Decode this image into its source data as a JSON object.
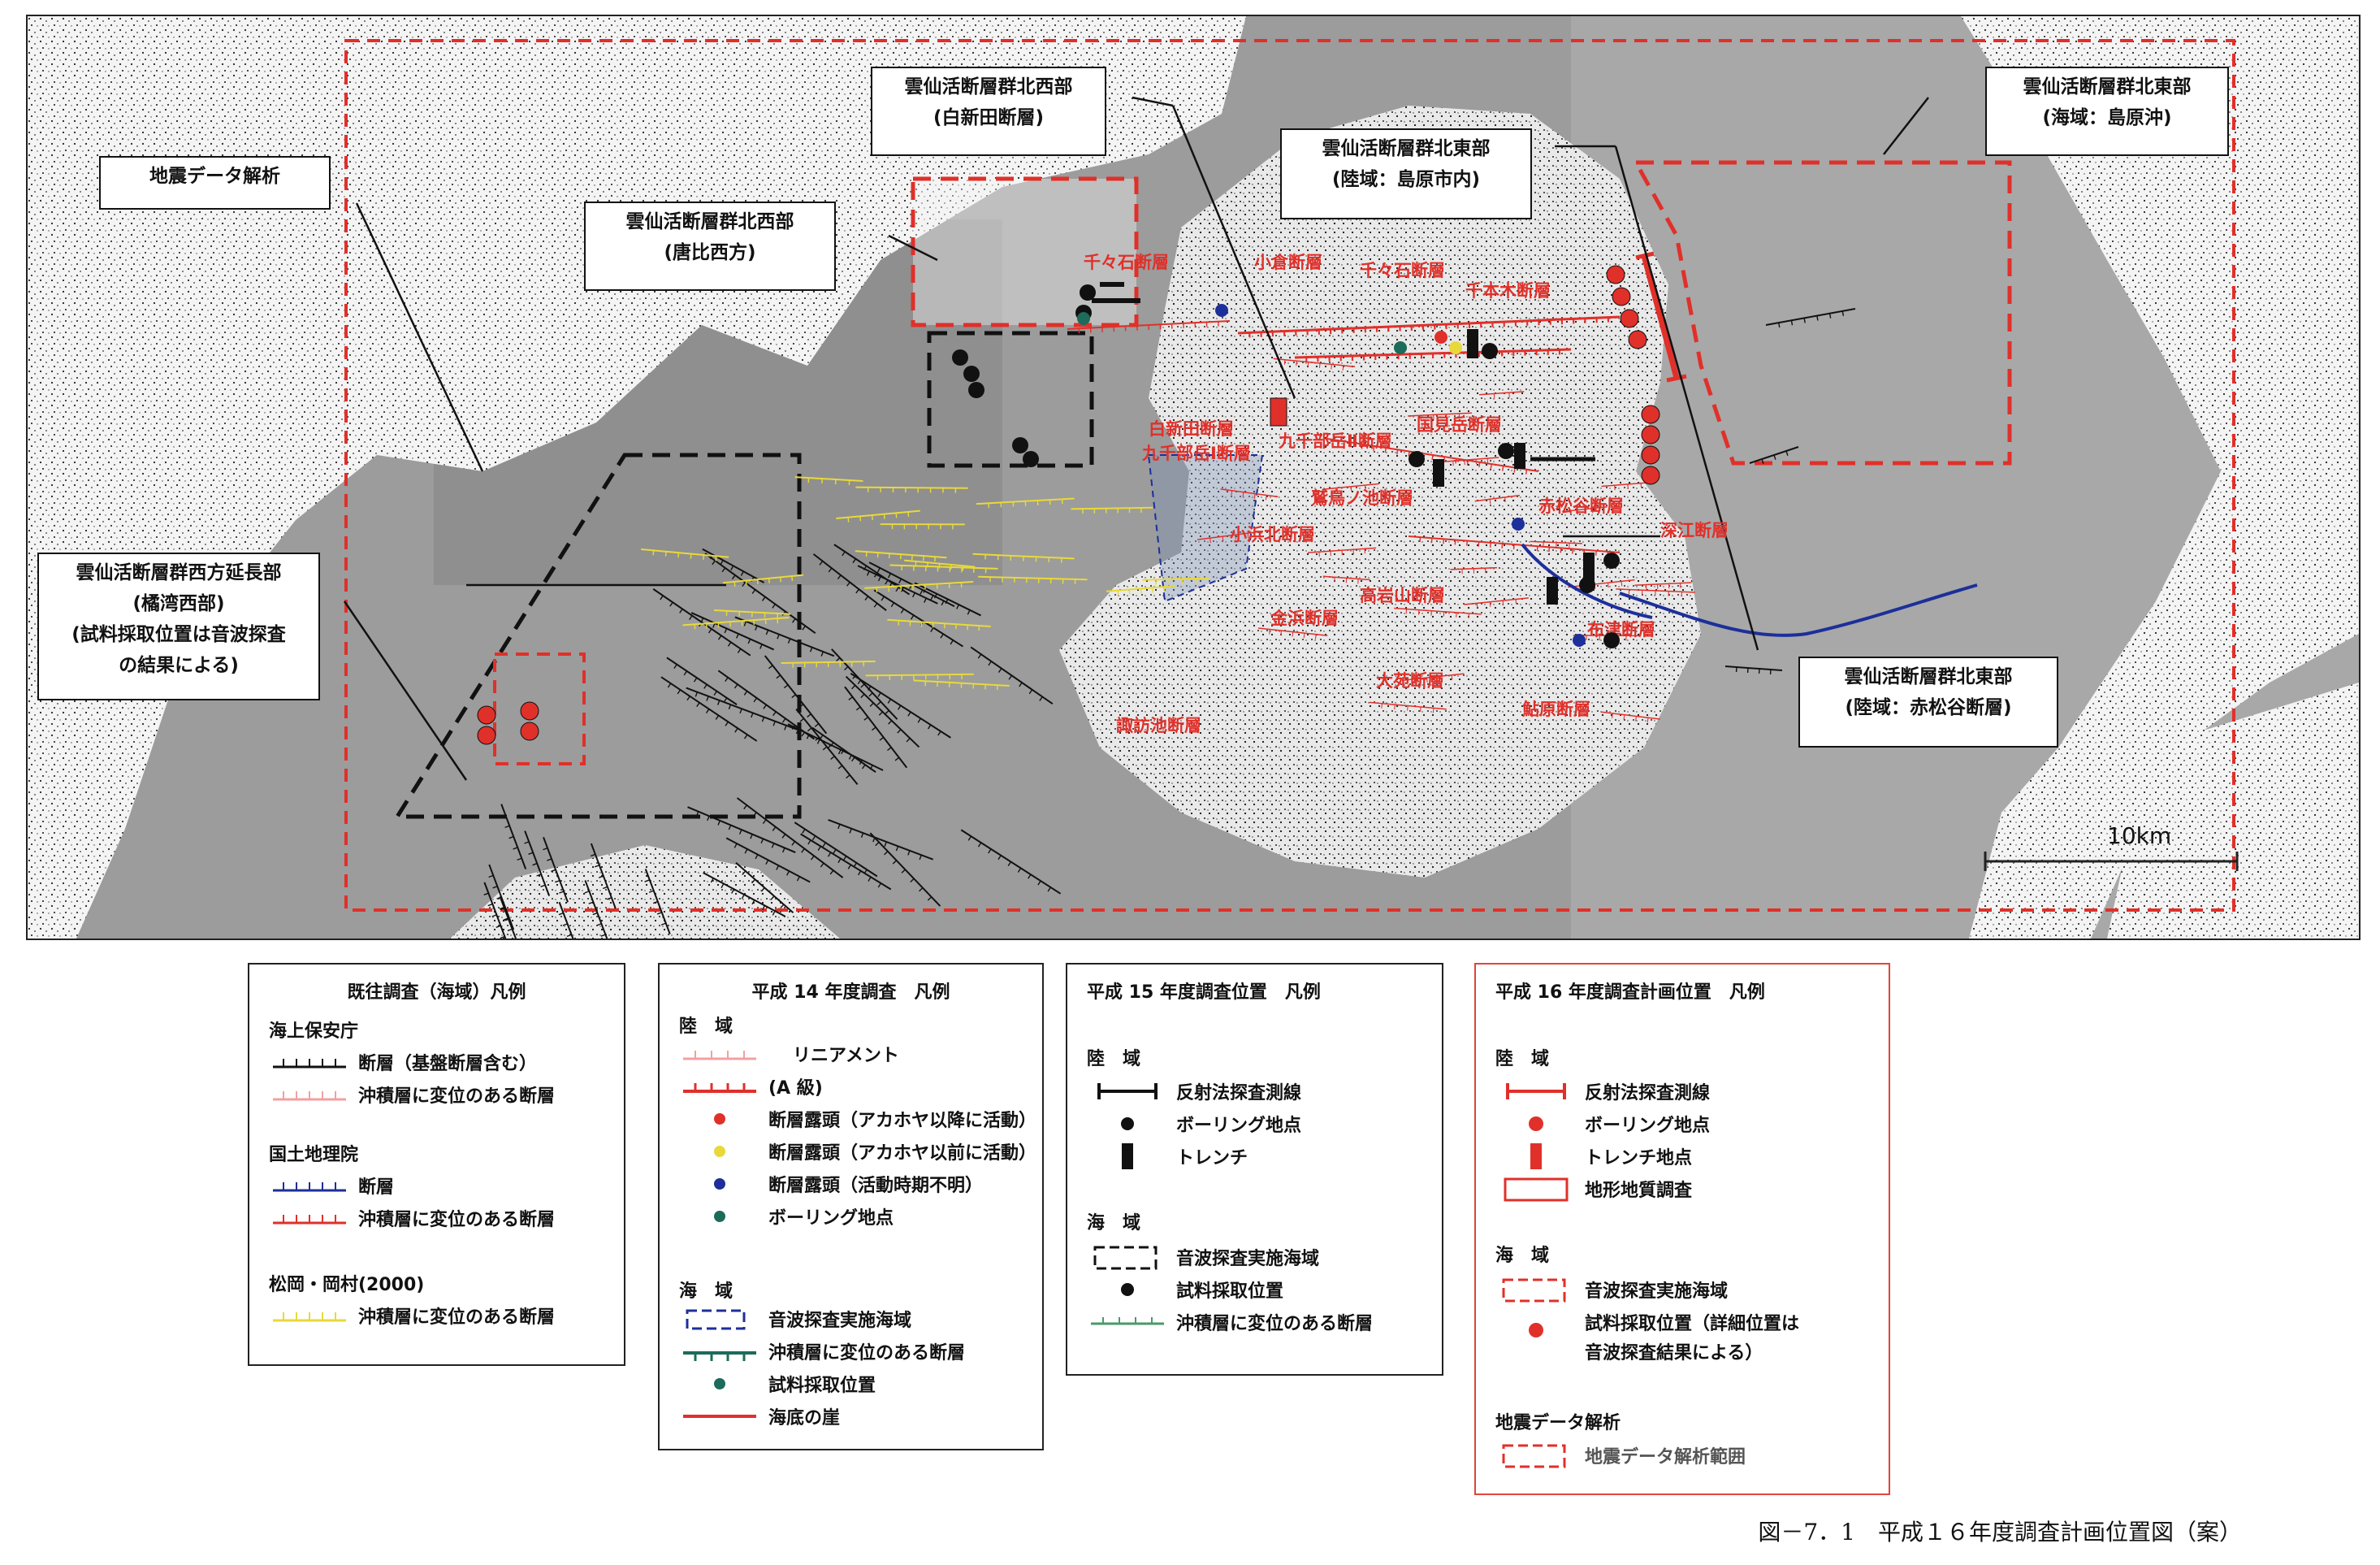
{
  "callouts": {
    "quake": "地震データ解析",
    "nw_shirashinden": [
      "雲仙活断層群北西部",
      "(白新田断層)"
    ],
    "nw_karahi": [
      "雲仙活断層群北西部",
      "(唐比西方)"
    ],
    "ne_shimabara_city": [
      "雲仙活断層群北東部",
      "(陸域：島原市内)"
    ],
    "ne_sea": [
      "雲仙活断層群北東部",
      "(海域：島原沖)"
    ],
    "west_ext": [
      "雲仙活断層群西方延長部",
      "(橘湾西部)",
      "(試料採取位置は音波探査",
      "の結果による)"
    ],
    "ne_akamatsudani": [
      "雲仙活断層群北東部",
      "(陸域：赤松谷断層)"
    ]
  },
  "fault_names": [
    "千々石断層",
    "小倉断層",
    "千々石断層",
    "千本木断層",
    "白新田断層",
    "九千部岳Ⅰ断層",
    "九千部岳Ⅱ断層",
    "国見岳断層",
    "鷲鳥ノ池断層",
    "赤松谷断層",
    "深江断層",
    "小浜北断層",
    "高岩山断層",
    "金浜断層",
    "布津断層",
    "大苑断層",
    "諏訪池断層",
    "鮎原断層"
  ],
  "scale_label": "10km",
  "legend1": {
    "title": "既往調査（海域）凡例",
    "g1": "海上保安庁",
    "g1_items": [
      "断層（基盤断層含む）",
      "沖積層に変位のある断層"
    ],
    "g2": "国土地理院",
    "g2_items": [
      "断層",
      "沖積層に変位のある断層"
    ],
    "g3": "松岡・岡村(2000)",
    "g3_items": [
      "沖積層に変位のある断層"
    ]
  },
  "legend2": {
    "title": "平成 14 年度調査　凡例",
    "land": "陸　域",
    "land_items": [
      "リニアメント",
      "(A 級)",
      "断層露頭（アカホヤ以降に活動）",
      "断層露頭（アカホヤ以前に活動）",
      "断層露頭（活動時期不明）",
      "ボーリング地点"
    ],
    "sea": "海　域",
    "sea_items": [
      "音波探査実施海域",
      "沖積層に変位のある断層",
      "試料採取位置",
      "海底の崖"
    ]
  },
  "legend3": {
    "title": "平成 15 年度調査位置　凡例",
    "land": "陸　域",
    "land_items": [
      "反射法探査測線",
      "ボーリング地点",
      "トレンチ"
    ],
    "sea": "海　域",
    "sea_items": [
      "音波探査実施海域",
      "試料採取位置",
      "沖積層に変位のある断層"
    ]
  },
  "legend4": {
    "title": "平成 16 年度調査計画位置　凡例",
    "land": "陸　域",
    "land_items": [
      "反射法探査測線",
      "ボーリング地点",
      "トレンチ地点",
      "地形地質調査"
    ],
    "sea": "海　域",
    "sea_items": [
      "音波探査実施海域",
      "試料採取位置（詳細位置は",
      "音波探査結果による）"
    ],
    "quake": "地震データ解析",
    "quake_items": [
      "地震データ解析範囲"
    ]
  },
  "caption": "図－7．1　平成１６年度調査計画位置図（案）",
  "colors": {
    "red": "#e0302a",
    "black": "#111111",
    "blue": "#1c2f9a",
    "yellow": "#e8d93a",
    "green": "#1d6b5a",
    "pink": "#f2a0a0"
  }
}
